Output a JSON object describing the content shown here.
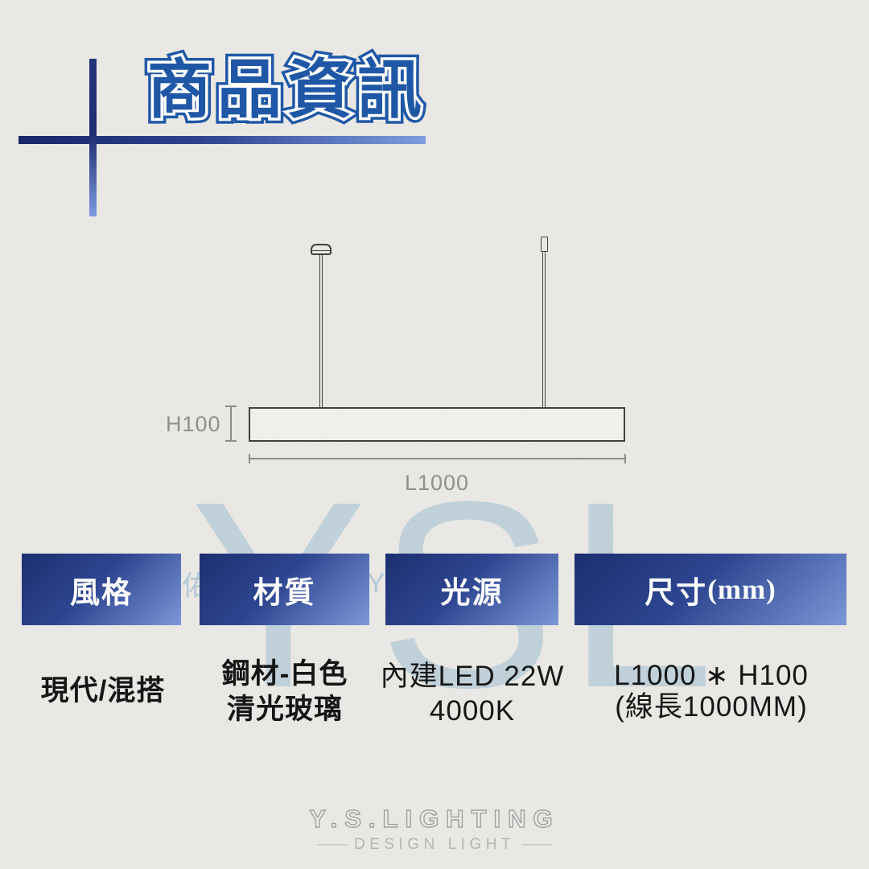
{
  "title": {
    "text": "商品資訊"
  },
  "watermark": {
    "large": "YSL",
    "glyph_1": "佑",
    "glyph_2": "Y"
  },
  "drawing": {
    "height_label": "H100",
    "length_label": "L1000"
  },
  "specs": [
    {
      "label": "風格",
      "lines": [
        "現代/混搭"
      ]
    },
    {
      "label": "材質",
      "lines": [
        "鋼材-白色",
        "清光玻璃"
      ]
    },
    {
      "label": "光源",
      "lines": [
        "內建LED 22W",
        "4000K"
      ]
    },
    {
      "label": "尺寸",
      "label_suffix": "(mm)",
      "lines": [
        "L1000 ∗ H100",
        "(線長1000MM)"
      ]
    }
  ],
  "footer": {
    "brand": "Y.S.LIGHTING",
    "tagline": "DESIGN LIGHT",
    "dash": "——"
  },
  "colors": {
    "paper": "#eae8e4",
    "title_blue": "#1d56a6",
    "accent_dark": "#152468",
    "accent_light": "#7d9ae3",
    "header_gradient_start": "#1a2d6f",
    "header_gradient_end": "#7b97d8",
    "drawing_line": "#3f3f3f",
    "dimension_gray": "#8f8f8f",
    "watermark_blue": "#8db5ce"
  }
}
